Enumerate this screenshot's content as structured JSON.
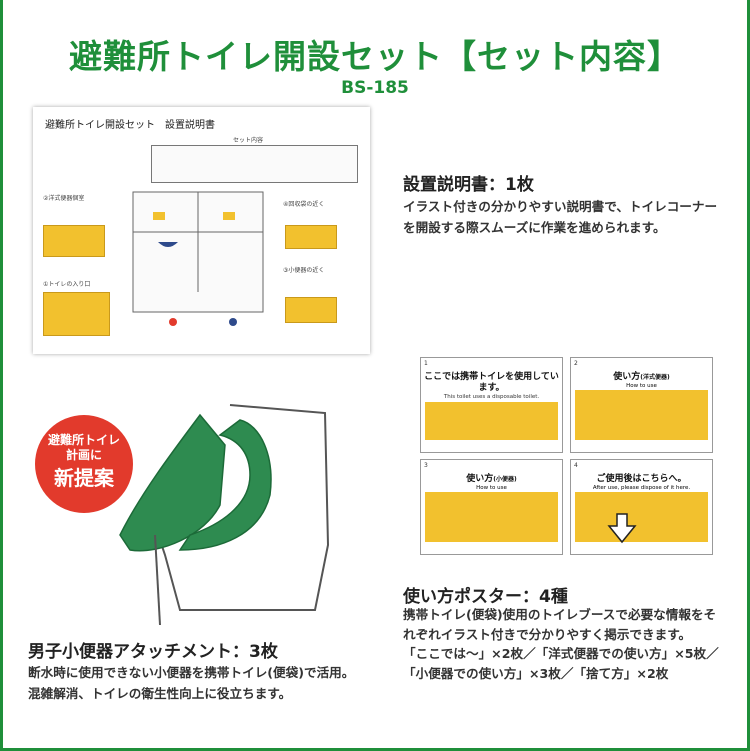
{
  "header": {
    "title": "避難所トイレ開設セット【セット内容】",
    "model": "BS-185"
  },
  "instruction_sheet": {
    "sheet_title": "避難所トイレ開設セット　設置説明書",
    "set_contents_label": "セット内容",
    "step_washlet": "②洋式便器個室",
    "step_entrance": "①トイレの入り口",
    "step_urinal": "③小便器の近く",
    "step_collection": "④回収袋の近く",
    "heading": "設置説明書：1枚",
    "description": "イラスト付きの分かりやすい説明書で、トイレコーナーを開設する際スムーズに作業を進められます。"
  },
  "posters": {
    "poster_1_title": "ここでは携帯トイレを使用しています。",
    "poster_1_subtitle": "This toilet uses a disposable toilet.",
    "poster_2_title": "使い方",
    "poster_2_sub": "(洋式便器)",
    "poster_2_en": "How to use",
    "poster_3_title": "使い方",
    "poster_3_sub": "(小便器)",
    "poster_3_en": "How to use",
    "poster_4_title": "ご使用後はこちらへ。",
    "poster_4_en": "After use, please dispose of it here.",
    "heading": "使い方ポスター：4種",
    "description": "携帯トイレ(便袋)使用のトイレブースで必要な情報をそれぞれイラスト付きで分かりやすく掲示できます。",
    "breakdown": "「ここでは〜」×2枚／「洋式便器での使い方」×5枚／「小便器での使い方」×3枚／「捨て方」×2枚"
  },
  "urinal_attachment": {
    "badge_line1": "避難所トイレ",
    "badge_line2": "計画に",
    "badge_line3": "新提案",
    "heading": "男子小便器アタッチメント：3枚",
    "description": "断水時に使用できない小便器を携帯トイレ(便袋)で活用。混雑解消、トイレの衛生性向上に役立ちます。"
  },
  "colors": {
    "accent_green": "#1f8f3a",
    "badge_red": "#e23a2c",
    "poster_yellow": "#f2c12e",
    "attachment_green": "#2e8b50"
  }
}
